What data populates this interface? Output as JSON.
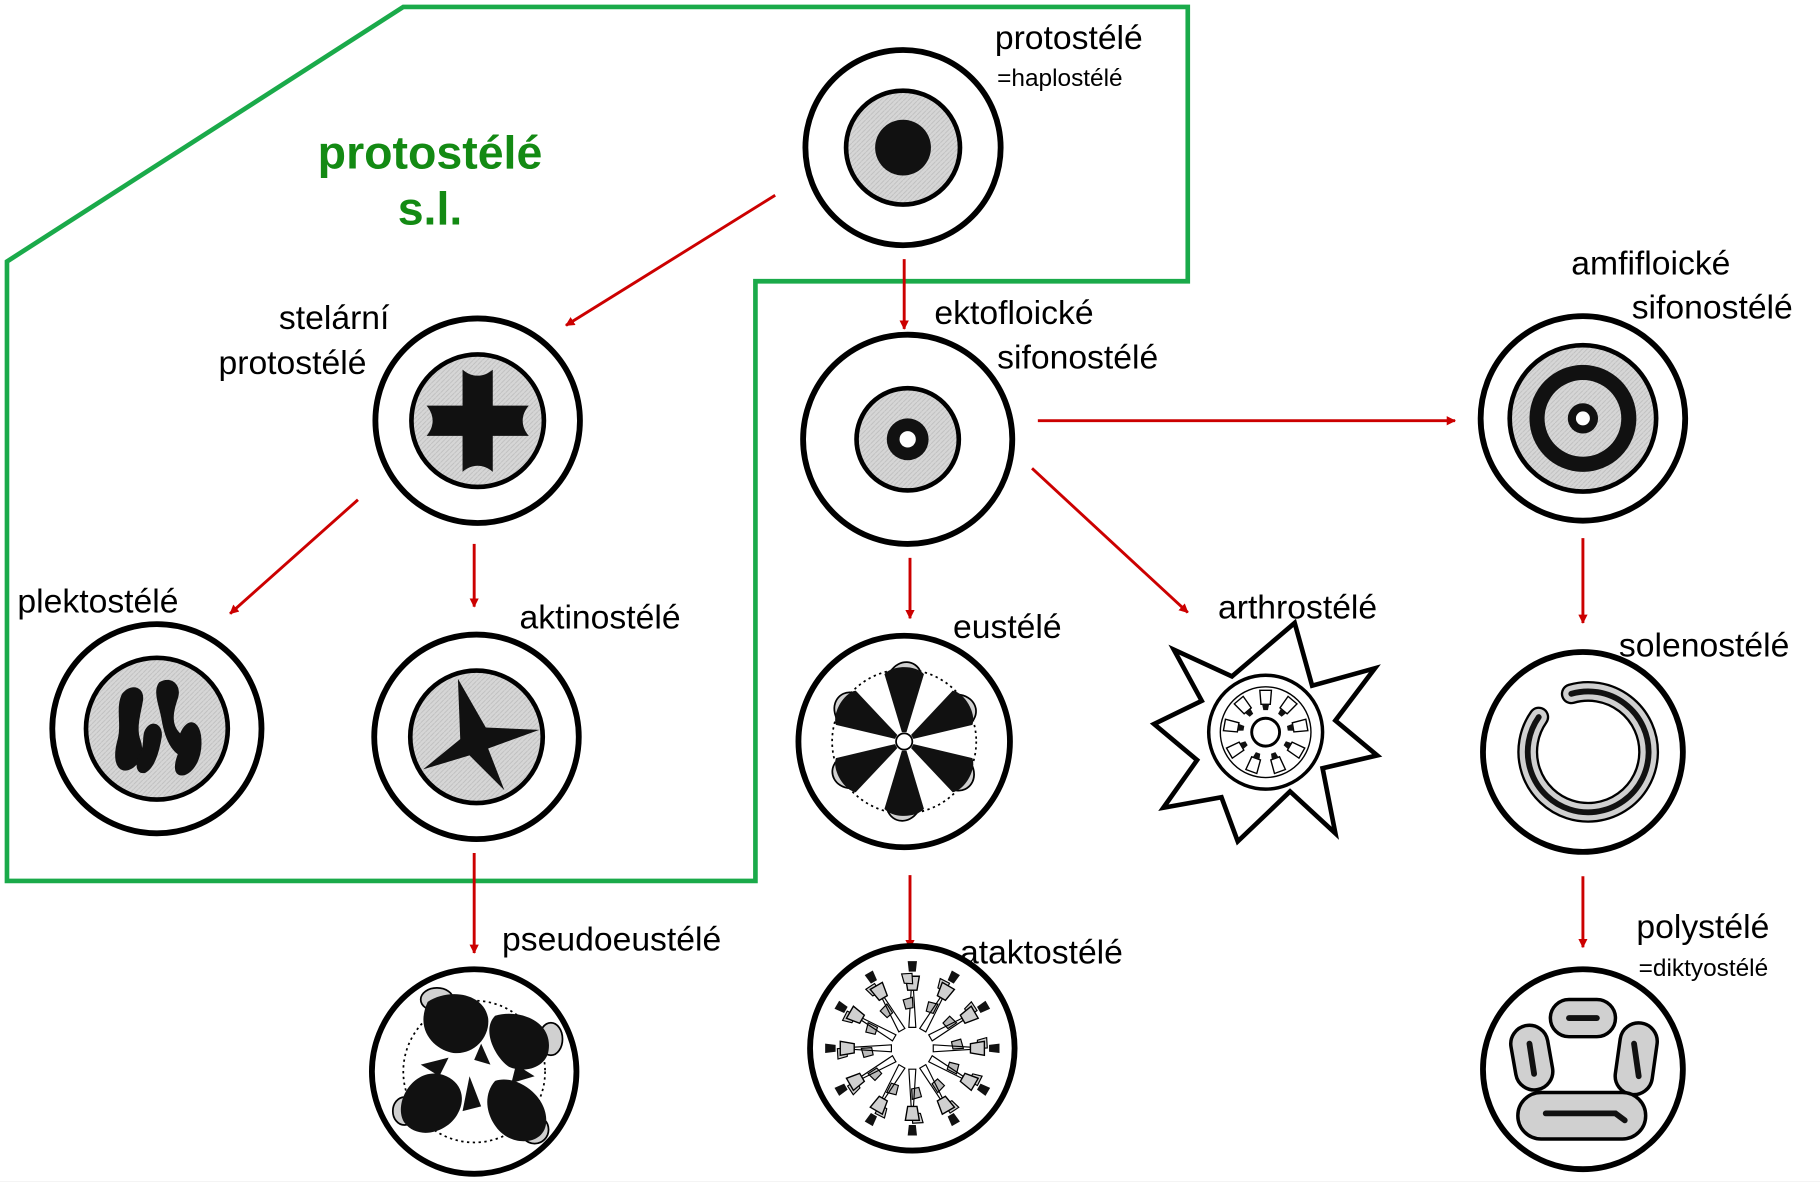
{
  "colors": {
    "group_outline": "#1aaa4a",
    "group_label": "#138a13",
    "arrow": "#cc0000",
    "stele_fill": "#d8d8d8",
    "ink": "#111111"
  },
  "group": {
    "line1": "protostélé",
    "line2": "s.l."
  },
  "nodes": {
    "protostele": {
      "line1": "protostélé",
      "line2": "=haplostélé"
    },
    "stelarni": {
      "line1": "stelární",
      "line2": "protostélé"
    },
    "plektostele": {
      "line1": "plektostélé"
    },
    "aktinostele": {
      "line1": "aktinostélé"
    },
    "ektofloicke": {
      "line1": "ektofloické",
      "line2": "sifonostélé"
    },
    "amfifloicke": {
      "line1": "amfifloické",
      "line2": "sifonostélé"
    },
    "eustele": {
      "line1": "eustélé"
    },
    "arthrostele": {
      "line1": "arthrostélé"
    },
    "solenostele": {
      "line1": "solenostélé"
    },
    "pseudoeustele": {
      "line1": "pseudoeustélé"
    },
    "ataktostele": {
      "line1": "ataktostélé"
    },
    "polystele": {
      "line1": "polystélé",
      "line2": "=diktyostélé"
    }
  },
  "edges": [
    {
      "from": "protostélé",
      "to": "stelární protostélé"
    },
    {
      "from": "protostélé",
      "to": "ektofloické sifonostélé"
    },
    {
      "from": "stelární protostélé",
      "to": "plektostélé"
    },
    {
      "from": "stelární protostélé",
      "to": "aktinostélé"
    },
    {
      "from": "aktinostélé",
      "to": "pseudoeustélé"
    },
    {
      "from": "ektofloické sifonostélé",
      "to": "amfifloické sifonostélé"
    },
    {
      "from": "ektofloické sifonostélé",
      "to": "eustélé"
    },
    {
      "from": "ektofloické sifonostélé",
      "to": "arthrostélé"
    },
    {
      "from": "eustélé",
      "to": "ataktostélé"
    },
    {
      "from": "amfifloické sifonostélé",
      "to": "solenostélé"
    },
    {
      "from": "solenostélé",
      "to": "polystélé"
    }
  ]
}
